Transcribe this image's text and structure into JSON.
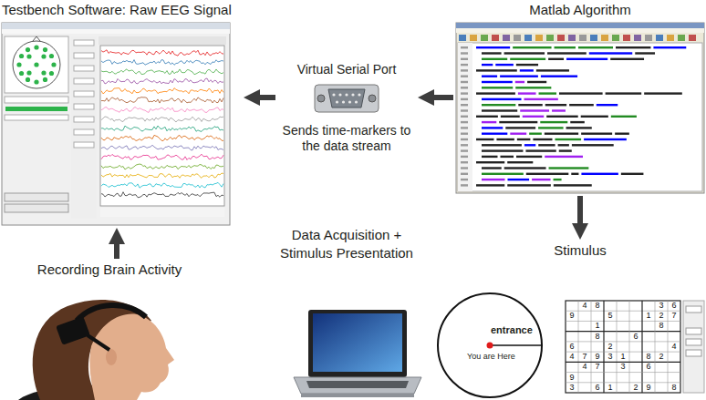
{
  "diagram": {
    "nodes": [
      {
        "text": [
          "Testbench Software: Raw EEG Signal"
        ]
      },
      {
        "text": [
          "Virtual Serial Port",
          "Sends time-markers to the data stream"
        ]
      },
      {
        "text": [
          "Matlab Algorithm"
        ]
      },
      {
        "text": [
          "Recording Brain Activity"
        ]
      },
      {
        "text": [
          "Data Acquisition + Stimulus Presentation"
        ]
      },
      {
        "text": [
          "Stimulus"
        ]
      },
      {
        "text": [
          "entrance",
          "You are Here"
        ]
      }
    ],
    "edges": [
      {
        "from": 2,
        "to": 1,
        "arrow": "to"
      },
      {
        "from": 1,
        "to": 0,
        "arrow": "to"
      },
      {
        "from": 2,
        "to": 5,
        "arrow": "to"
      },
      {
        "from": 3,
        "to": 0,
        "arrow": "to"
      }
    ],
    "labels": [
      "4",
      "8",
      "3",
      "6",
      "9",
      "5",
      "1",
      "2",
      "7",
      "1",
      "8",
      "8",
      "6",
      "6",
      "2",
      "4",
      "4",
      "7",
      "9",
      "3",
      "1",
      "8",
      "2",
      "4",
      "7",
      "3",
      "6",
      "9",
      "3",
      "6",
      "1",
      "2",
      "9",
      "8"
    ]
  }
}
